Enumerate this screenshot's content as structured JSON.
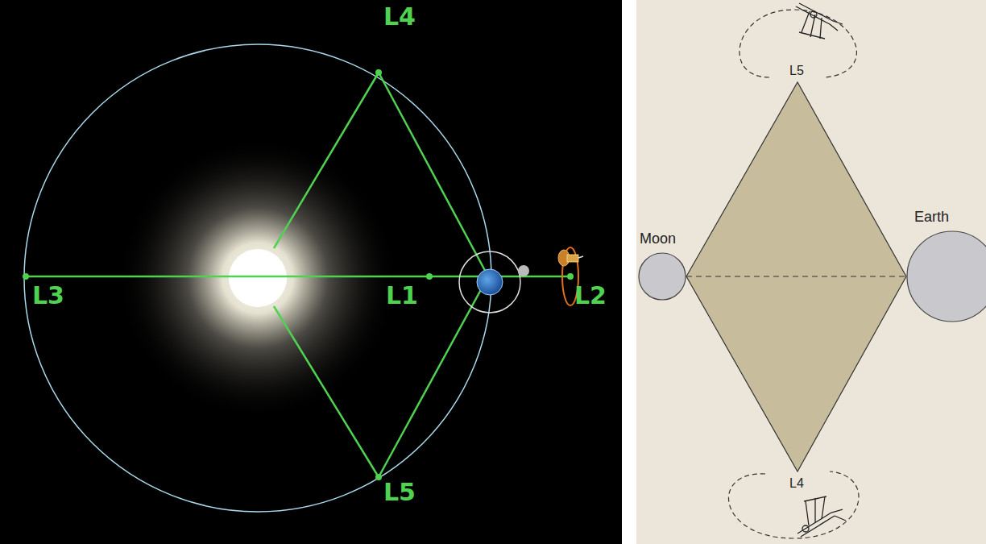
{
  "diagram": {
    "nodes": [
      {
        "text": [
          "Moon"
        ]
      },
      {
        "text": [
          "Earth"
        ]
      }
    ],
    "edges": [
      {
        "from": 0,
        "to": 1,
        "arrow": "none"
      }
    ],
    "labels": [
      "L4",
      "L3",
      "L1",
      "L2",
      "L5",
      "L5",
      "L4"
    ]
  }
}
